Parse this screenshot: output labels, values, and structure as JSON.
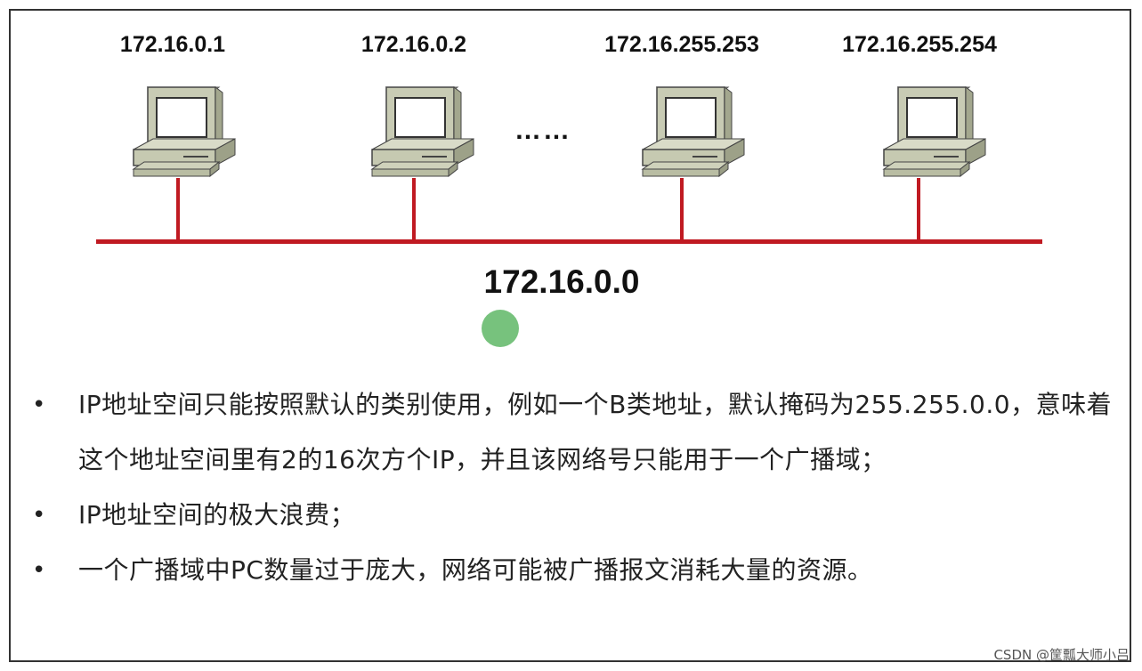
{
  "hosts": [
    {
      "ip": "172.16.0.1"
    },
    {
      "ip": "172.16.0.2"
    },
    {
      "ip": "172.16.255.253"
    },
    {
      "ip": "172.16.255.254"
    }
  ],
  "ellipsis": "……",
  "network": {
    "address": "172.16.0.0"
  },
  "bullets": [
    {
      "marker": "•",
      "text": "IP地址空间只能按照默认的类别使用，例如一个B类地址，默认掩码为255.255.0.0，意味着这个地址空间里有2的16次方个IP，并且该网络号只能用于一个广播域；"
    },
    {
      "marker": "•",
      "text": "IP地址空间的极大浪费；"
    },
    {
      "marker": "•",
      "text": "一个广播域中PC数量过于庞大，网络可能被广播报文消耗大量的资源。"
    }
  ],
  "watermark": "CSDN @筐瓢大师小吕",
  "colors": {
    "bus": "#c01a22",
    "pointer": "#6bbd72"
  }
}
